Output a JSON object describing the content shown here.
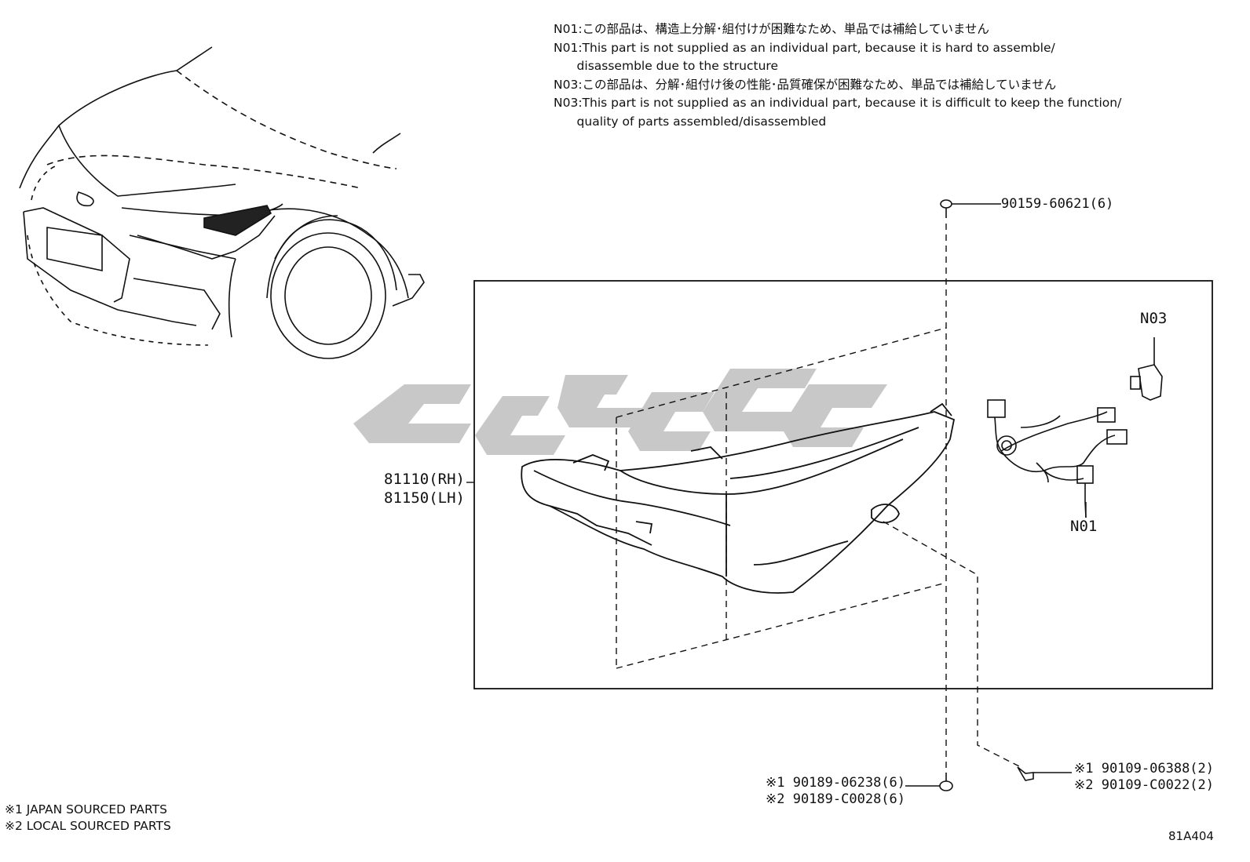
{
  "notes": [
    "N01:この部品は、構造上分解･組付けが困難なため、単品では補給していません",
    "N01:This part is not supplied as an individual part, because it is hard to assemble/",
    "      disassemble due to the structure",
    "N03:この部品は、分解･組付け後の性能･品質確保が困難なため、単品では補給していません",
    "N03:This part is not supplied as an individual part, because it is difficult to keep the function/",
    "      quality of parts assembled/disassembled"
  ],
  "parts": {
    "screw_top": "90159-60621(6)",
    "headlamp_rh": "81110(RH)",
    "headlamp_lh": "81150(LH)",
    "callout_n03": "N03",
    "callout_n01": "N01",
    "screw_bottom_1": "※1 90189-06238(6)",
    "screw_bottom_2": "※2 90189-C0028(6)",
    "bolt_1": "※1 90109-06388(2)",
    "bolt_2": "※2 90109-C0022(2)"
  },
  "footnotes": [
    "※1 JAPAN SOURCED PARTS",
    "※2 LOCAL SOURCED PARTS"
  ],
  "diagram_code": "81A404",
  "colors": {
    "line": "#111111",
    "watermark": "#c8c8c8"
  }
}
